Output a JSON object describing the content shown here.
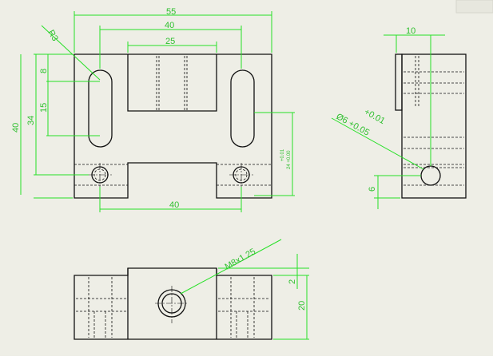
{
  "dims": {
    "d55": "55",
    "d40_top": "40",
    "d25": "25",
    "r3": "R3",
    "d8": "8",
    "d15": "15",
    "d34": "34",
    "d40_left": "40",
    "d40_bottom": "40",
    "tol_a": "+0.01",
    "tol_b": "24 +0.00",
    "d10": "10",
    "dia_tol": "+0.01",
    "dia": "Ø6 +0.05",
    "d6": "6",
    "thread": "M8x1.25",
    "d2": "2",
    "d20": "20"
  },
  "colors": {
    "dimension": "#27e027",
    "outline": "#111111",
    "paper": "#eeeee6"
  }
}
